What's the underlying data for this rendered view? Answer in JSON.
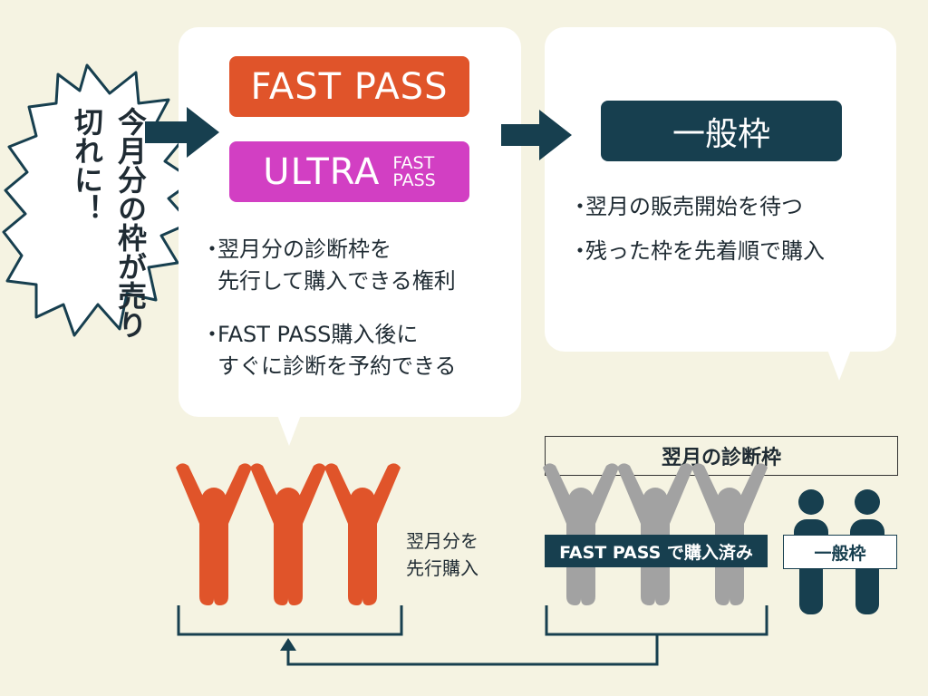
{
  "sold_out_burst": {
    "text": "今月分の枠が売り切れに！"
  },
  "fast_pass_panel": {
    "fast_pass_label": "FAST PASS",
    "ultra_label": "ULTRA",
    "ultra_sub_line1": "FAST",
    "ultra_sub_line2": "PASS",
    "bullets": [
      {
        "line1": "翌月分の診断枠を",
        "line2": "先行して購入できる権利"
      },
      {
        "line1": "FAST PASS購入後に",
        "line2": "すぐに診断を予約できる"
      }
    ]
  },
  "general_panel": {
    "label": "一般枠",
    "bullets": [
      "翌月の販売開始を待つ",
      "残った枠を先着順で購入"
    ]
  },
  "bullet_mark": "・",
  "next_month_slots": {
    "title": "翌月の診断枠",
    "fast_pass_purchased_label": "FAST PASS で購入済み",
    "general_label": "一般枠"
  },
  "advance_purchase_label": {
    "line1": "翌月分を",
    "line2": "先行購入"
  },
  "colors": {
    "background": "#f5f3e2",
    "fast_pass": "#e0542a",
    "ultra": "#d23fc3",
    "navy": "#173f4f",
    "purchased_gray": "#a2a2a2"
  }
}
